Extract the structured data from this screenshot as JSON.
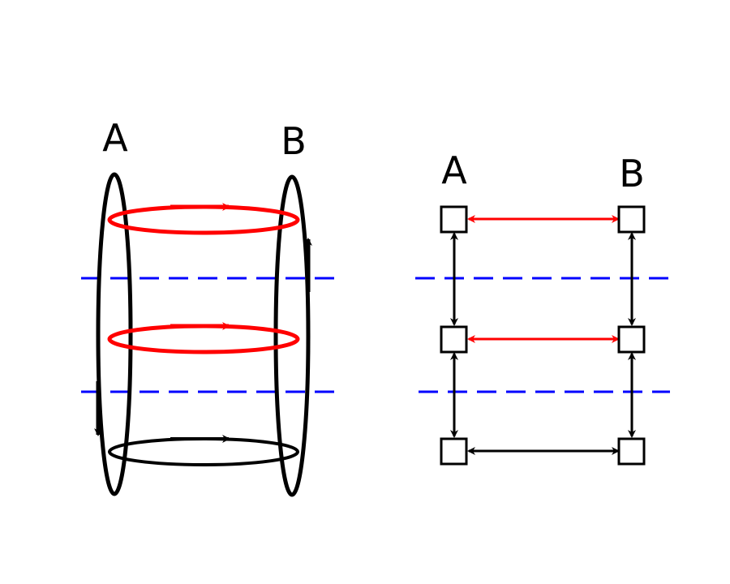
{
  "left_panel": {
    "label_a": "A",
    "label_b": "B"
  },
  "right_panel": {
    "label_a": "A",
    "label_b": "B"
  },
  "colors": {
    "loop_red": "#ff0000",
    "loop_black": "#000000",
    "dashed_blue": "#0000ff",
    "node_fill": "#ffffff",
    "background": "#ffffff"
  }
}
